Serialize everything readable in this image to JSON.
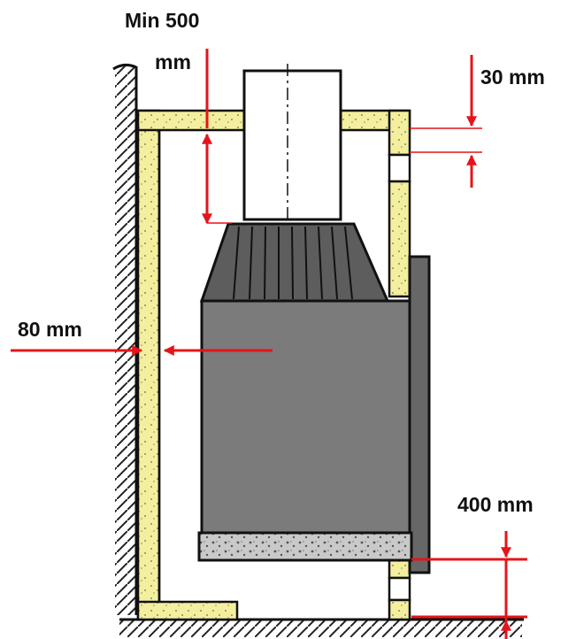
{
  "labels": {
    "min_clearance_line1": "Min 500",
    "min_clearance_line2": "mm",
    "vent_gap": "30 mm",
    "side_gap": "80 mm",
    "floor_height": "400 mm"
  },
  "colors": {
    "insulation": "#f3ef9e",
    "stove_body": "#7b7b7b",
    "stove_top": "#5d5d5d",
    "door_panel": "#676767",
    "base_slab": "#c9c9c9",
    "arrow": "#e5141b",
    "outline": "#111111"
  }
}
